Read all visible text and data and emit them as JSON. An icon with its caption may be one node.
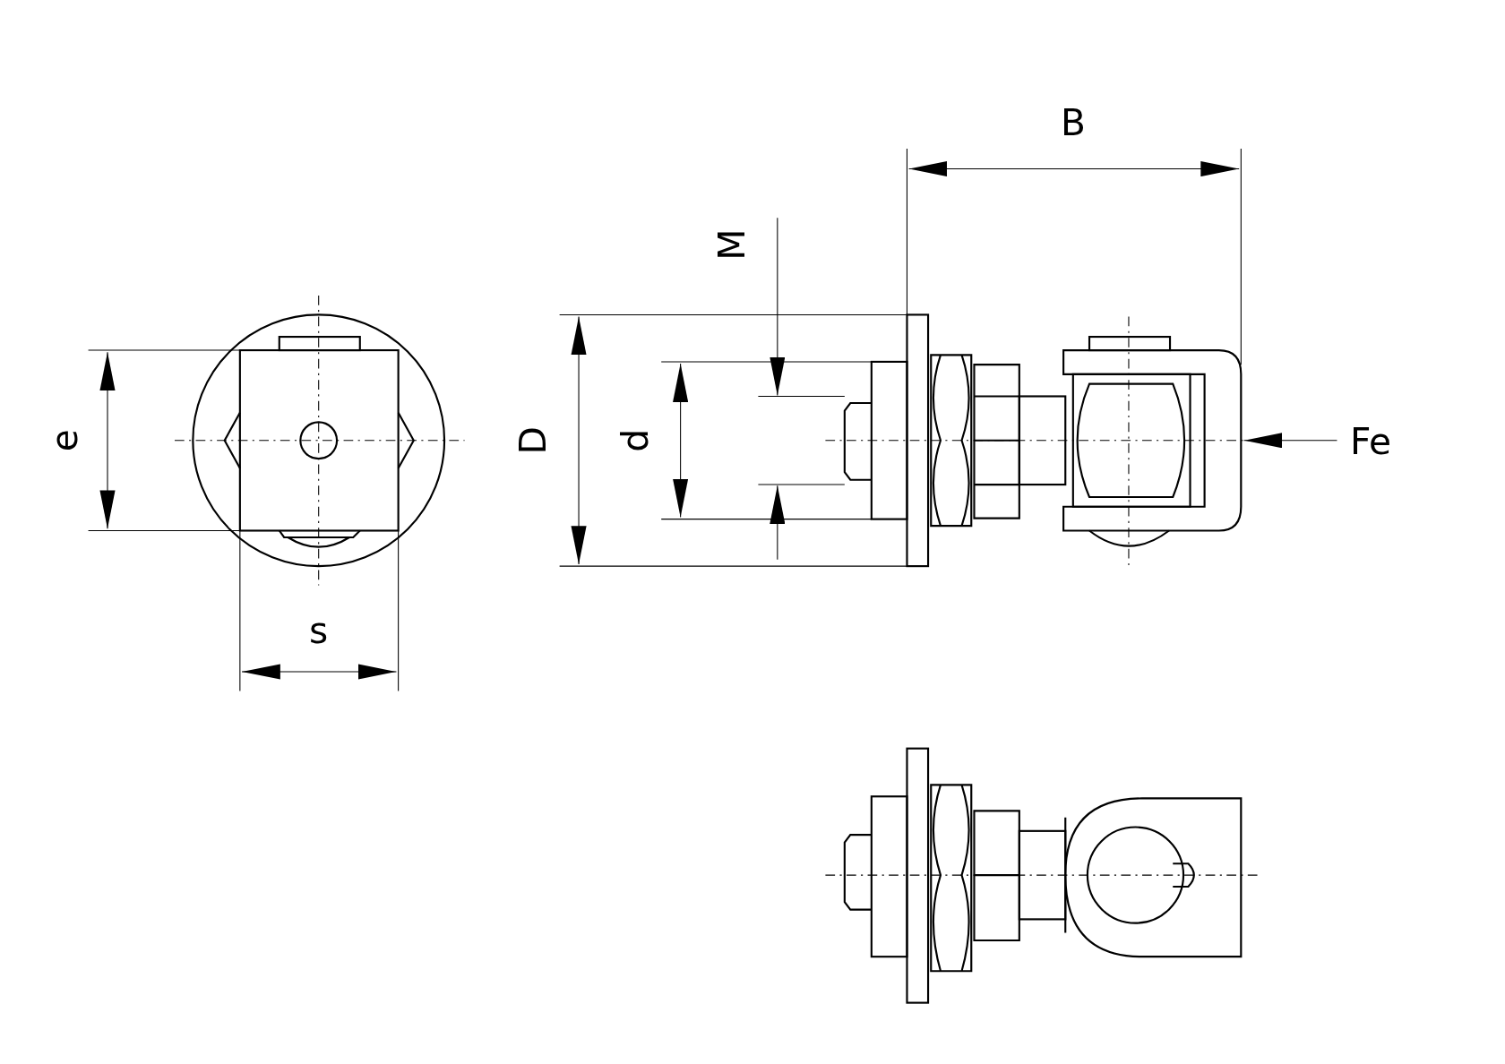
{
  "diagram": {
    "labels": [
      "e",
      "s",
      "D",
      "d",
      "M",
      "B",
      "Fe"
    ]
  }
}
